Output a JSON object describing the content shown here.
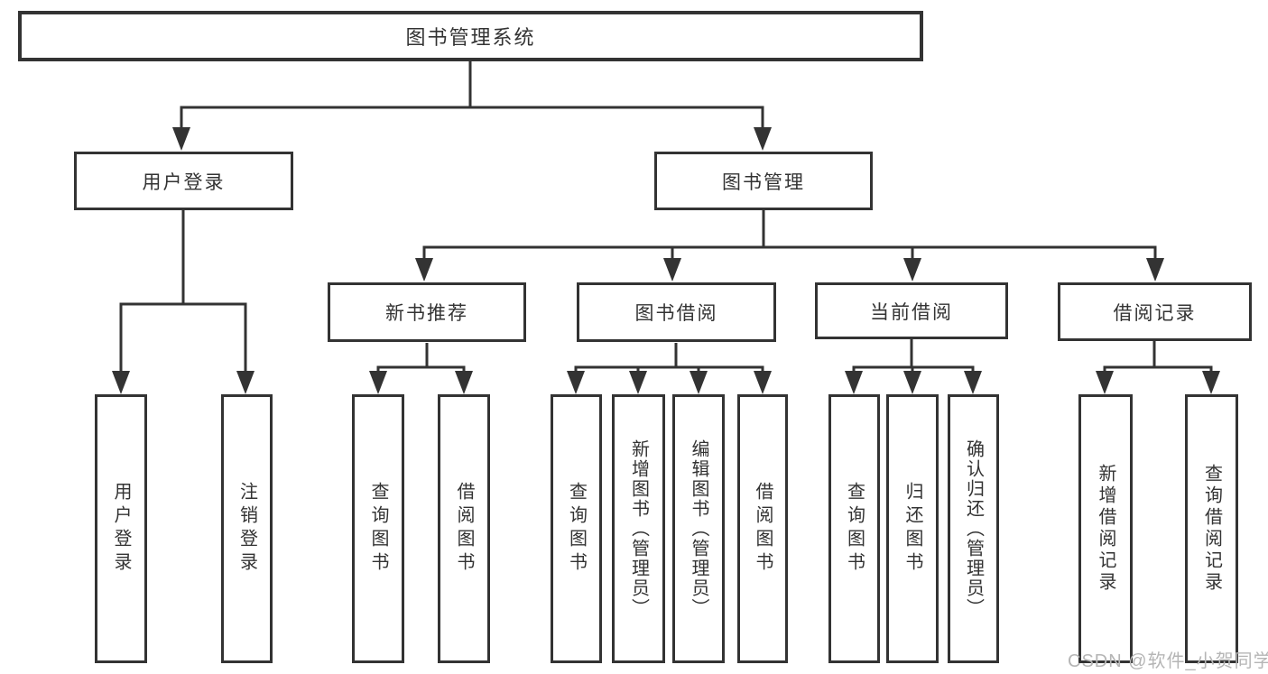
{
  "colors": {
    "line": "#333333",
    "box_border": "#333333",
    "text": "#333333",
    "background": "#ffffff",
    "watermark_text": "#b5b5b5"
  },
  "tree": {
    "label": "图书管理系统",
    "children": [
      {
        "label": "用户登录",
        "children": [
          {
            "label": "用户登录"
          },
          {
            "label": "注销登录"
          }
        ]
      },
      {
        "label": "图书管理",
        "children": [
          {
            "label": "新书推荐",
            "children": [
              {
                "label": "查询图书"
              },
              {
                "label": "借阅图书"
              }
            ]
          },
          {
            "label": "图书借阅",
            "children": [
              {
                "label": "查询图书"
              },
              {
                "label": "新增图书（管理员）"
              },
              {
                "label": "编辑图书（管理员）"
              },
              {
                "label": "借阅图书"
              }
            ]
          },
          {
            "label": "当前借阅",
            "children": [
              {
                "label": "查询图书"
              },
              {
                "label": "归还图书"
              },
              {
                "label": "确认归还（管理员）"
              }
            ]
          },
          {
            "label": "借阅记录",
            "children": [
              {
                "label": "新增借阅记录"
              },
              {
                "label": "查询借阅记录"
              }
            ]
          }
        ]
      }
    ]
  },
  "watermark": {
    "text": "CSDN @软件_小贺同学"
  }
}
